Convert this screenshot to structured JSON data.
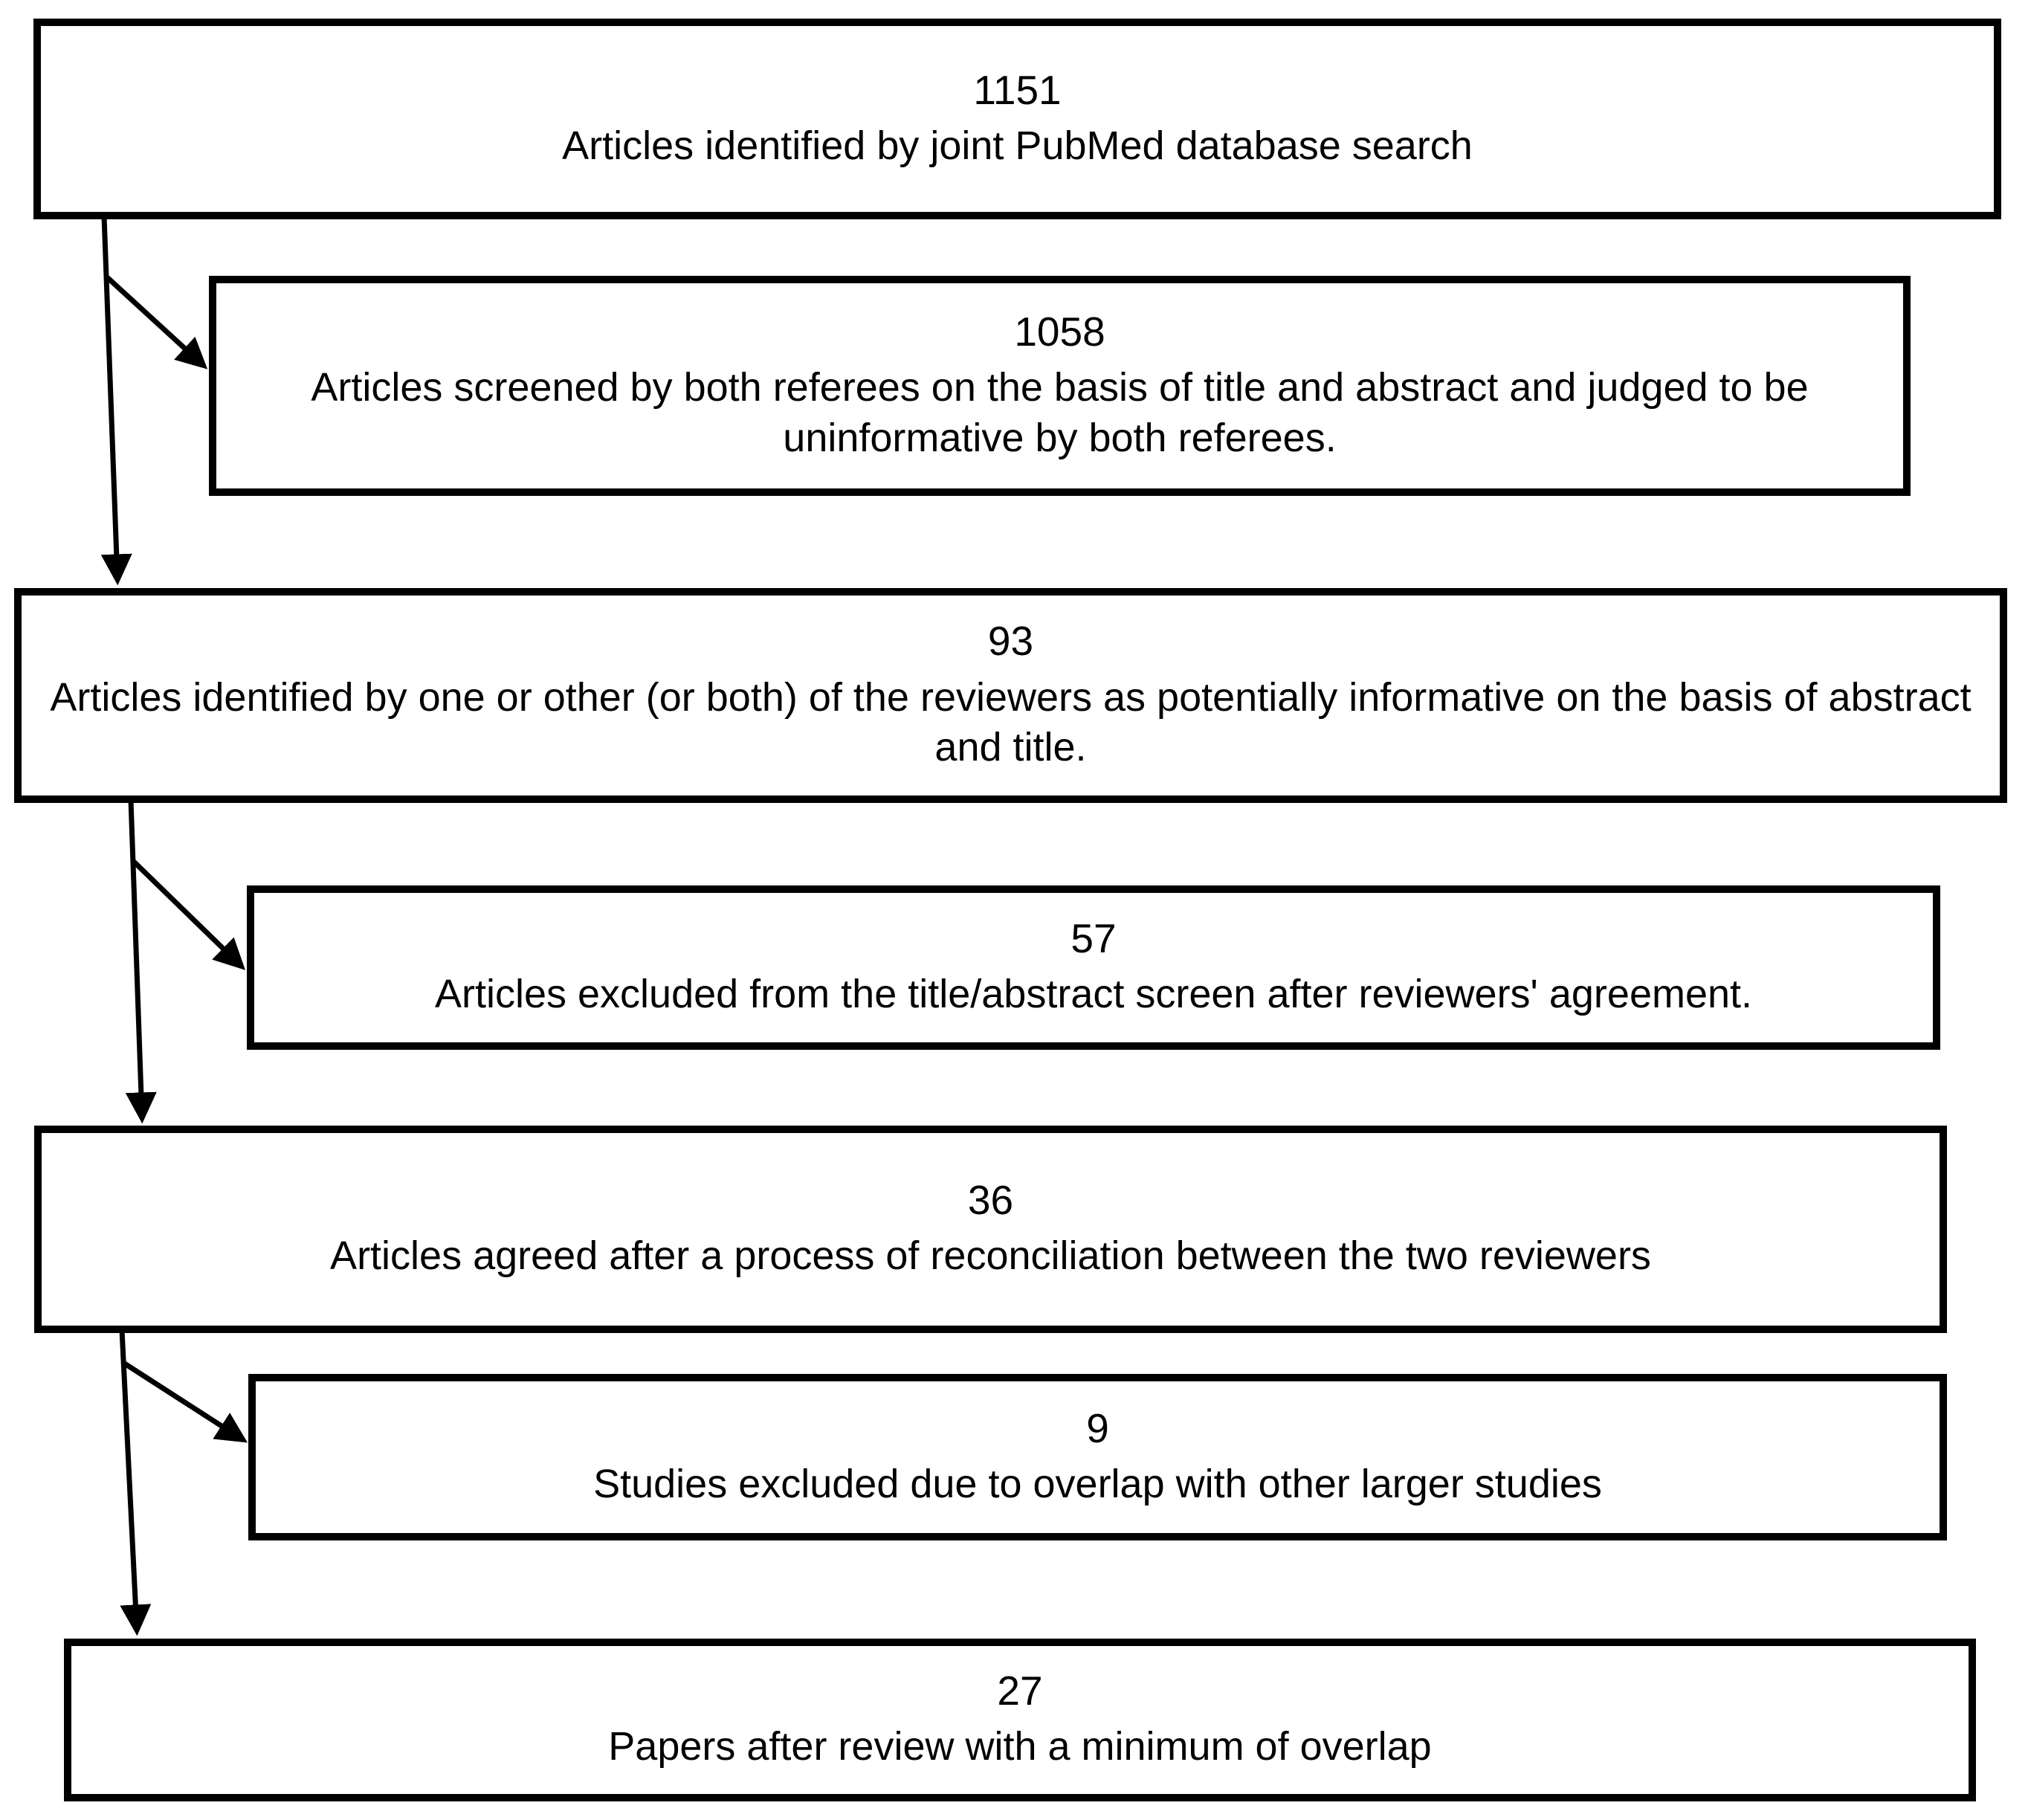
{
  "flowchart": {
    "boxes": [
      {
        "count": "1151",
        "label": "Articles identified by joint PubMed database search"
      },
      {
        "count": "1058",
        "label": "Articles screened by both referees on the basis of title and abstract and judged to be uninformative by both referees."
      },
      {
        "count": "93",
        "label": "Articles identified by one or other (or both) of the reviewers as potentially informative on the basis of abstract and title."
      },
      {
        "count": "57",
        "label": "Articles excluded from the title/abstract screen after reviewers' agreement."
      },
      {
        "count": "36",
        "label": "Articles agreed after a process of reconciliation between the two reviewers"
      },
      {
        "count": "9",
        "label": "Studies excluded due to overlap with other larger studies"
      },
      {
        "count": "27",
        "label": "Papers after review with a minimum of overlap"
      }
    ],
    "arrows": [
      {
        "from": 0,
        "to": 2
      },
      {
        "from": 0,
        "to": 1
      },
      {
        "from": 2,
        "to": 4
      },
      {
        "from": 2,
        "to": 3
      },
      {
        "from": 4,
        "to": 6
      },
      {
        "from": 4,
        "to": 5
      }
    ],
    "colors": {
      "box_border": "#000000",
      "box_background": "#ffffff",
      "text": "#000000",
      "arrow": "#000000"
    }
  }
}
